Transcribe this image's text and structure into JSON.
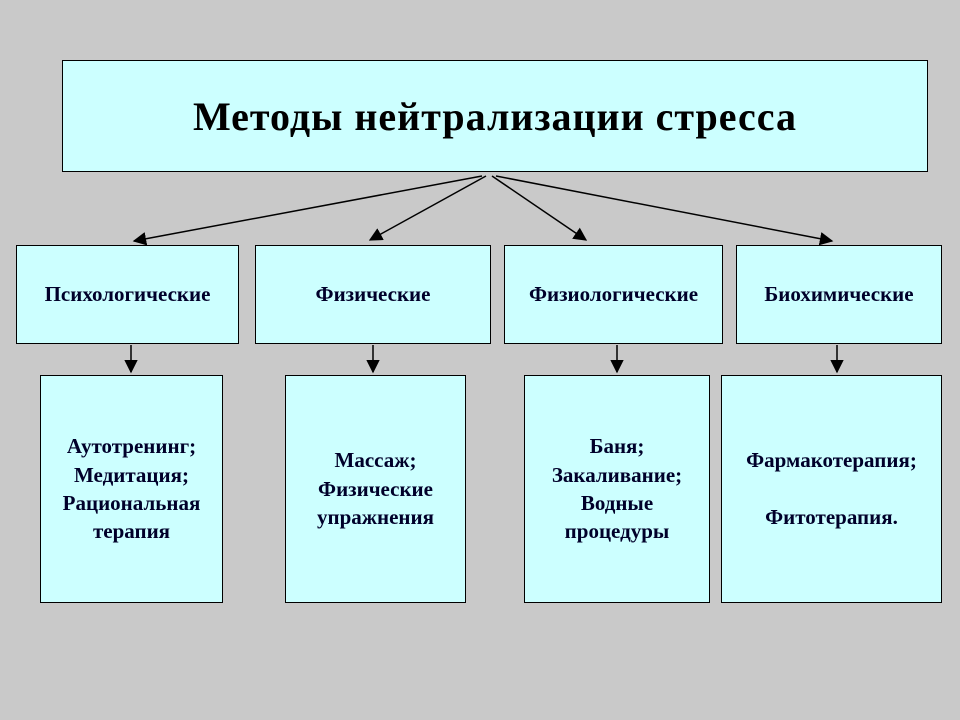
{
  "title": "Методы нейтрализации стресса",
  "categories": [
    {
      "label": "Психологические",
      "detail": "Аутотренинг;\nМедитация;\nРациональная\nтерапия"
    },
    {
      "label": "Физические",
      "detail": "Массаж;\nФизические\nупражнения"
    },
    {
      "label": "Физиологические",
      "detail": "Баня;\nЗакаливание;\nВодные\nпроцедуры"
    },
    {
      "label": "Биохимические",
      "detail": "Фармакотерапия;\n\nФитотерапия."
    }
  ],
  "colors": {
    "background": "#c9c9c9",
    "box_fill": "#ccffff",
    "box_border": "#000000",
    "text": "#00002a"
  }
}
